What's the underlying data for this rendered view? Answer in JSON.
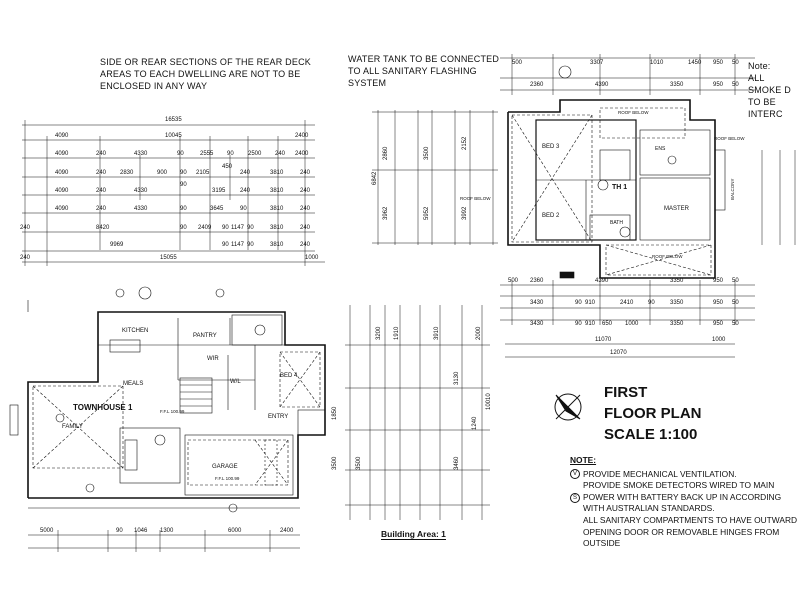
{
  "notes_top": {
    "left": "SIDE OR REAR SECTIONS OF THE REAR DECK\nAREAS TO EACH DWELLING ARE NOT TO BE\nENCLOSED IN ANY WAY",
    "middle": "WATER TANK TO BE CONNECTED\nTO ALL SANITARY FLASHING\nSYSTEM",
    "right": "Note:\nALL SMOKE D\nTO BE INTERC"
  },
  "title": {
    "line1": "FIRST",
    "line2": "FLOOR PLAN",
    "line3": "SCALE 1:100"
  },
  "notes": {
    "heading": "NOTE:",
    "mark1": "V",
    "mark2": "S",
    "line1": "PROVIDE MECHANICAL VENTILATION.",
    "line2": "PROVIDE SMOKE DETECTORS WIRED TO MAIN",
    "line3": "POWER WITH BATTERY BACK UP IN ACCORDING",
    "line4": "WITH AUSTRALIAN STANDARDS.",
    "line5": "ALL SANITARY COMPARTMENTS TO HAVE OUTWARD",
    "line6": "OPENING DOOR OR REMOVABLE HINGES FROM",
    "line7": "OUTSIDE"
  },
  "building_area": "Building Area: 1",
  "ground_plan": {
    "townhouse": "TOWNHOUSE 1",
    "kitchen": "KITCHEN",
    "pantry": "PANTRY",
    "meals": "MEALS",
    "family": "FAMILY",
    "bed": "BED 4",
    "garage": "GARAGE",
    "entry": "ENTRY",
    "wir": "WIR",
    "wil": "W/L",
    "ffl1": "F.F.L 100.99",
    "ffl2": "F.F.L 100.99"
  },
  "first_plan": {
    "th": "TH 1",
    "bed2": "BED 2",
    "bed3": "BED 3",
    "master": "MASTER",
    "bath": "BATH",
    "ens": "ENS",
    "roof_below_1": "ROOF BELOW",
    "roof_below_2": "ROOF BELOW",
    "roof_below_3": "ROOF BELOW",
    "roof_below_4": "ROOF BELOW",
    "balcony": "BALCONY"
  },
  "dims_top_left": {
    "overall": "16535",
    "row1": [
      "4090",
      "10045",
      "2400"
    ],
    "row2": [
      "4090",
      "240",
      "4330",
      "90",
      "2555",
      "90",
      "2500",
      "240",
      "2400"
    ],
    "row3": [
      "4090",
      "240",
      "2830",
      "900",
      "90",
      "2105",
      "450",
      "240",
      "3810",
      "240"
    ],
    "row4": [
      "4090",
      "240",
      "4330",
      "90",
      "3195",
      "240",
      "3810",
      "240"
    ],
    "row5": [
      "4090",
      "240",
      "4330",
      "90",
      "3645",
      "90",
      "3810",
      "240"
    ],
    "row6": [
      "240",
      "8420",
      "90",
      "2409",
      "90",
      "1147",
      "90",
      "3810",
      "240"
    ],
    "row7": [
      "9969",
      "90",
      "1147",
      "90",
      "3810",
      "240"
    ],
    "bottom": [
      "240",
      "15055",
      "1000"
    ]
  },
  "dims_first_top": {
    "row1": [
      "500",
      "3307",
      "1010",
      "1450",
      "950",
      "50"
    ],
    "row2": [
      "2360",
      "4390",
      "3350",
      "950",
      "50"
    ]
  },
  "dims_first_bottom": {
    "row1": [
      "500",
      "2360",
      "4390",
      "3350",
      "950",
      "50"
    ],
    "row2": [
      "3430",
      "90",
      "910",
      "2410",
      "90",
      "3350",
      "950",
      "50"
    ],
    "row3": [
      "3430",
      "90",
      "910",
      "650",
      "1000",
      "3350",
      "950",
      "50"
    ],
    "total1": "11070",
    "side1": "1000",
    "total2": "12070"
  },
  "dims_ground_bottom": [
    "5000",
    "90",
    "1046",
    "1300",
    "6000",
    "2400"
  ],
  "dims_vertical_first": [
    "2860",
    "3962",
    "6842",
    "3500",
    "5952",
    "2152",
    "3992"
  ],
  "dims_vertical_ground": [
    "3200",
    "1910",
    "3910",
    "3130",
    "10010",
    "3500",
    "3460",
    "2000"
  ],
  "dims_vertical_left_ground": [
    "3500",
    "1850",
    "1240"
  ]
}
